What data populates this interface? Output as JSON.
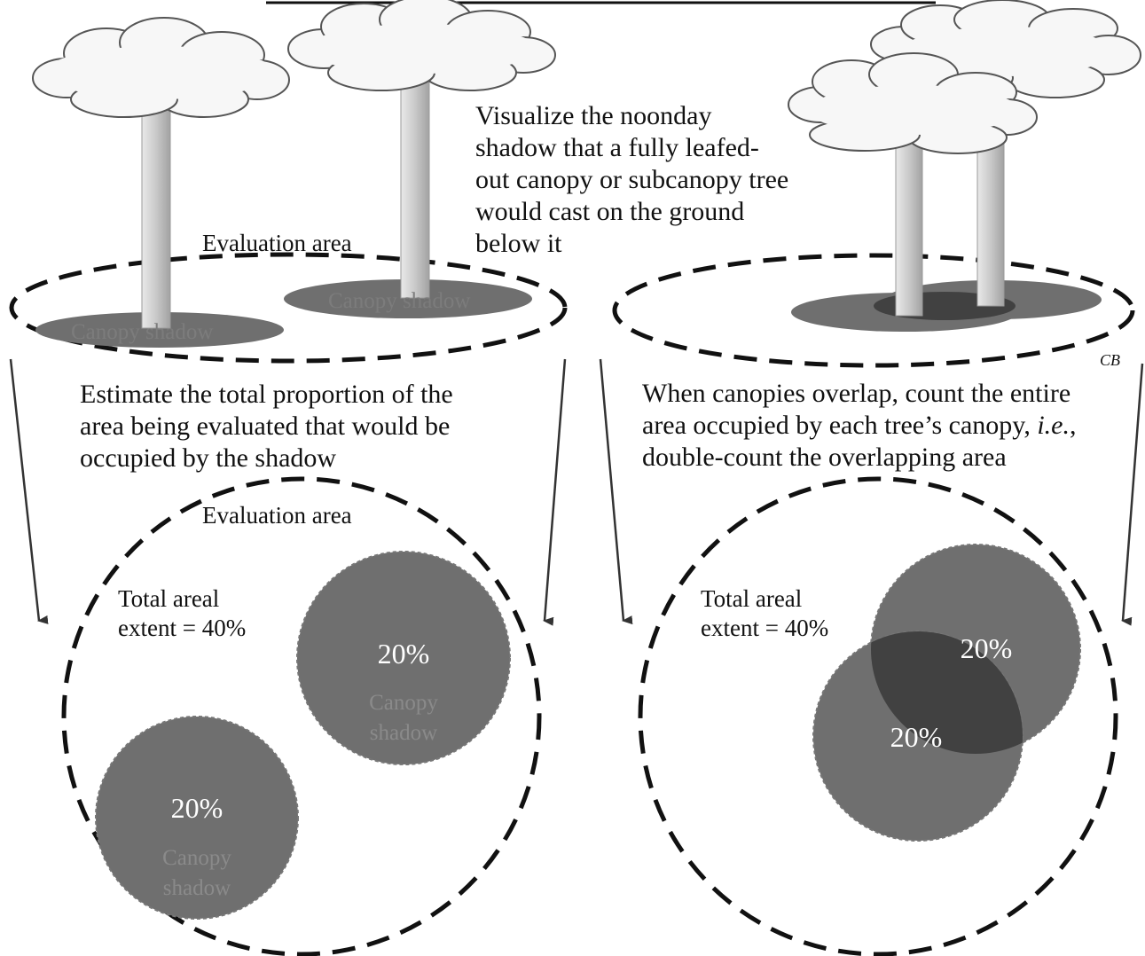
{
  "header_rule": true,
  "labels": {
    "evaluation_area_top": "Evaluation area",
    "evaluation_area_bottom": "Evaluation area",
    "canopy_shadow_top_left": "Canopy shadow",
    "canopy_shadow_top_right": "Canopy shadow",
    "visualize_lines": [
      "Visualize the noonday",
      "shadow that a fully leafed-",
      "out canopy or subcanopy tree",
      "would cast on the ground",
      "below it"
    ],
    "estimate_lines": [
      "Estimate the total proportion of the",
      "area being evaluated that would be",
      "occupied by the shadow"
    ],
    "overlap_line1": "When canopies overlap, count the entire",
    "overlap_line2_a": "area occupied by each tree’s canopy, ",
    "overlap_line2_b": "i.e.",
    "overlap_line2_c": ",",
    "overlap_line3": "double-count the overlapping area",
    "signature": "CB"
  },
  "left_panel": {
    "total_line1": "Total areal",
    "total_line2": "extent = 40%",
    "circle_a": {
      "percent": "20%",
      "label_line1": "Canopy",
      "label_line2": "shadow"
    },
    "circle_b": {
      "percent": "20%",
      "label_line1": "Canopy",
      "label_line2": "shadow"
    }
  },
  "right_panel": {
    "total_line1": "Total areal",
    "total_line2": "extent = 40%",
    "circle_a": {
      "percent": "20%"
    },
    "circle_b": {
      "percent": "20%"
    }
  },
  "colors": {
    "shadow": "#6f6f6f",
    "overlap": "#414141",
    "cloud_fill": "#f7f7f7",
    "trunk_light": "#ececec",
    "trunk_dark": "#9c9c9c",
    "ink": "#111111"
  }
}
